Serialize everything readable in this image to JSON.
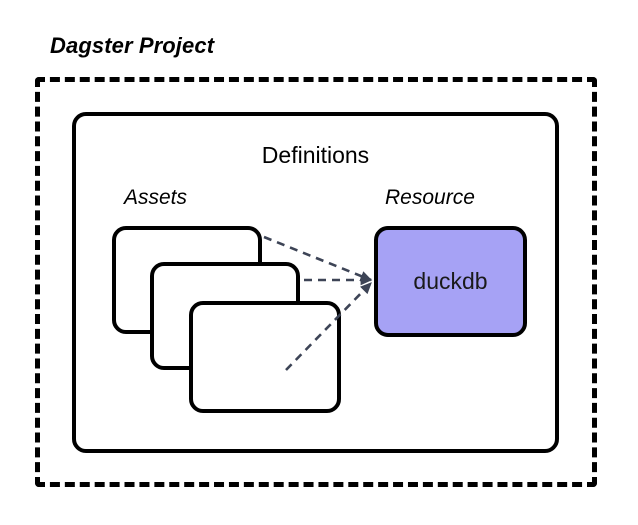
{
  "diagram": {
    "type": "architecture-diagram",
    "background_color": "#ffffff",
    "project": {
      "label": "Dagster Project",
      "border_style": "dashed",
      "border_color": "#000000"
    },
    "definitions": {
      "label": "Definitions",
      "border_style": "solid",
      "border_color": "#000000"
    },
    "assets": {
      "label": "Assets",
      "count": 3,
      "cards": [
        {
          "name": "asset-card-1",
          "fill": "#ffffff",
          "stroke": "#000000"
        },
        {
          "name": "asset-card-2",
          "fill": "#ffffff",
          "stroke": "#000000"
        },
        {
          "name": "asset-card-3",
          "fill": "#ffffff",
          "stroke": "#000000"
        }
      ]
    },
    "resource": {
      "label": "Resource",
      "name": "duckdb",
      "fill_color": "#a6a2f5",
      "stroke_color": "#000000"
    },
    "connectors": {
      "style": "dashed",
      "color": "#3d4456",
      "count": 3,
      "arrowhead": "triangle",
      "direction": "assets-to-resource"
    }
  }
}
